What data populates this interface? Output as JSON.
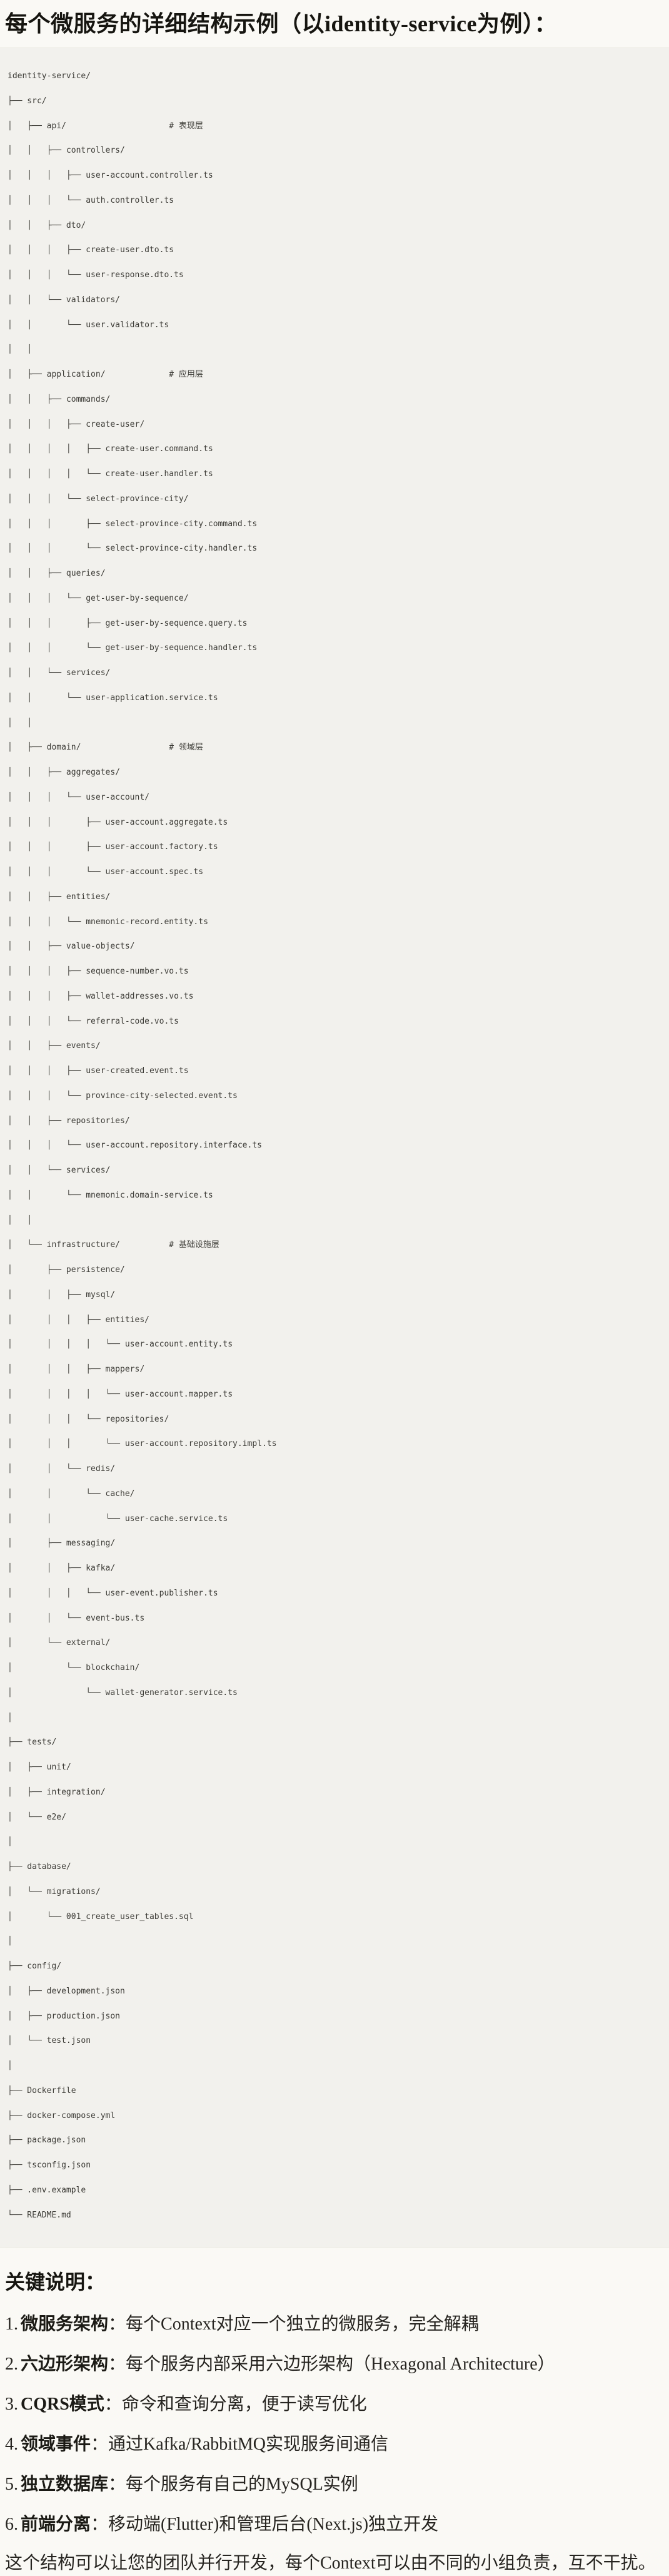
{
  "page": {
    "title": "每个微服务的详细结构示例（以identity-service为例）：",
    "colors": {
      "page_background": "#faf9f5",
      "code_block_background": "#f2f1ed",
      "code_text": "#3c3b36",
      "body_text": "#262420"
    }
  },
  "code_block": {
    "language": "plaintext-directory-tree",
    "lines": [
      "identity-service/",
      "├── src/",
      "│   ├── api/                     # 表现层",
      "│   │   ├── controllers/",
      "│   │   │   ├── user-account.controller.ts",
      "│   │   │   └── auth.controller.ts",
      "│   │   ├── dto/",
      "│   │   │   ├── create-user.dto.ts",
      "│   │   │   └── user-response.dto.ts",
      "│   │   └── validators/",
      "│   │       └── user.validator.ts",
      "│   │",
      "│   ├── application/             # 应用层",
      "│   │   ├── commands/",
      "│   │   │   ├── create-user/",
      "│   │   │   │   ├── create-user.command.ts",
      "│   │   │   │   └── create-user.handler.ts",
      "│   │   │   └── select-province-city/",
      "│   │   │       ├── select-province-city.command.ts",
      "│   │   │       └── select-province-city.handler.ts",
      "│   │   ├── queries/",
      "│   │   │   └── get-user-by-sequence/",
      "│   │   │       ├── get-user-by-sequence.query.ts",
      "│   │   │       └── get-user-by-sequence.handler.ts",
      "│   │   └── services/",
      "│   │       └── user-application.service.ts",
      "│   │",
      "│   ├── domain/                  # 领域层",
      "│   │   ├── aggregates/",
      "│   │   │   └── user-account/",
      "│   │   │       ├── user-account.aggregate.ts",
      "│   │   │       ├── user-account.factory.ts",
      "│   │   │       └── user-account.spec.ts",
      "│   │   ├── entities/",
      "│   │   │   └── mnemonic-record.entity.ts",
      "│   │   ├── value-objects/",
      "│   │   │   ├── sequence-number.vo.ts",
      "│   │   │   ├── wallet-addresses.vo.ts",
      "│   │   │   └── referral-code.vo.ts",
      "│   │   ├── events/",
      "│   │   │   ├── user-created.event.ts",
      "│   │   │   └── province-city-selected.event.ts",
      "│   │   ├── repositories/",
      "│   │   │   └── user-account.repository.interface.ts",
      "│   │   └── services/",
      "│   │       └── mnemonic.domain-service.ts",
      "│   │",
      "│   └── infrastructure/          # 基础设施层",
      "│       ├── persistence/",
      "│       │   ├── mysql/",
      "│       │   │   ├── entities/",
      "│       │   │   │   └── user-account.entity.ts",
      "│       │   │   ├── mappers/",
      "│       │   │   │   └── user-account.mapper.ts",
      "│       │   │   └── repositories/",
      "│       │   │       └── user-account.repository.impl.ts",
      "│       │   └── redis/",
      "│       │       └── cache/",
      "│       │           └── user-cache.service.ts",
      "│       ├── messaging/",
      "│       │   ├── kafka/",
      "│       │   │   └── user-event.publisher.ts",
      "│       │   └── event-bus.ts",
      "│       └── external/",
      "│           └── blockchain/",
      "│               └── wallet-generator.service.ts",
      "│",
      "├── tests/",
      "│   ├── unit/",
      "│   ├── integration/",
      "│   └── e2e/",
      "│",
      "├── database/",
      "│   └── migrations/",
      "│       └── 001_create_user_tables.sql",
      "│",
      "├── config/",
      "│   ├── development.json",
      "│   ├── production.json",
      "│   └── test.json",
      "│",
      "├── Dockerfile",
      "├── docker-compose.yml",
      "├── package.json",
      "├── tsconfig.json",
      "├── .env.example",
      "└── README.md"
    ]
  },
  "notes": {
    "heading": "关键说明：",
    "items": [
      {
        "num": "1.",
        "label": "微服务架构",
        "text": "：每个Context对应一个独立的微服务，完全解耦"
      },
      {
        "num": "2.",
        "label": "六边形架构",
        "text": "：每个服务内部采用六边形架构（Hexagonal Architecture）"
      },
      {
        "num": "3.",
        "label": "CQRS模式",
        "text": "：命令和查询分离，便于读写优化"
      },
      {
        "num": "4.",
        "label": "领域事件",
        "text": "：通过Kafka/RabbitMQ实现服务间通信"
      },
      {
        "num": "5.",
        "label": "独立数据库",
        "text": "：每个服务有自己的MySQL实例"
      },
      {
        "num": "6.",
        "label": "前端分离",
        "text": "：移动端(Flutter)和管理后台(Next.js)独立开发"
      }
    ],
    "footer": "这个结构可以让您的团队并行开发，每个Context可以由不同的小组负责，互不干扰。"
  }
}
